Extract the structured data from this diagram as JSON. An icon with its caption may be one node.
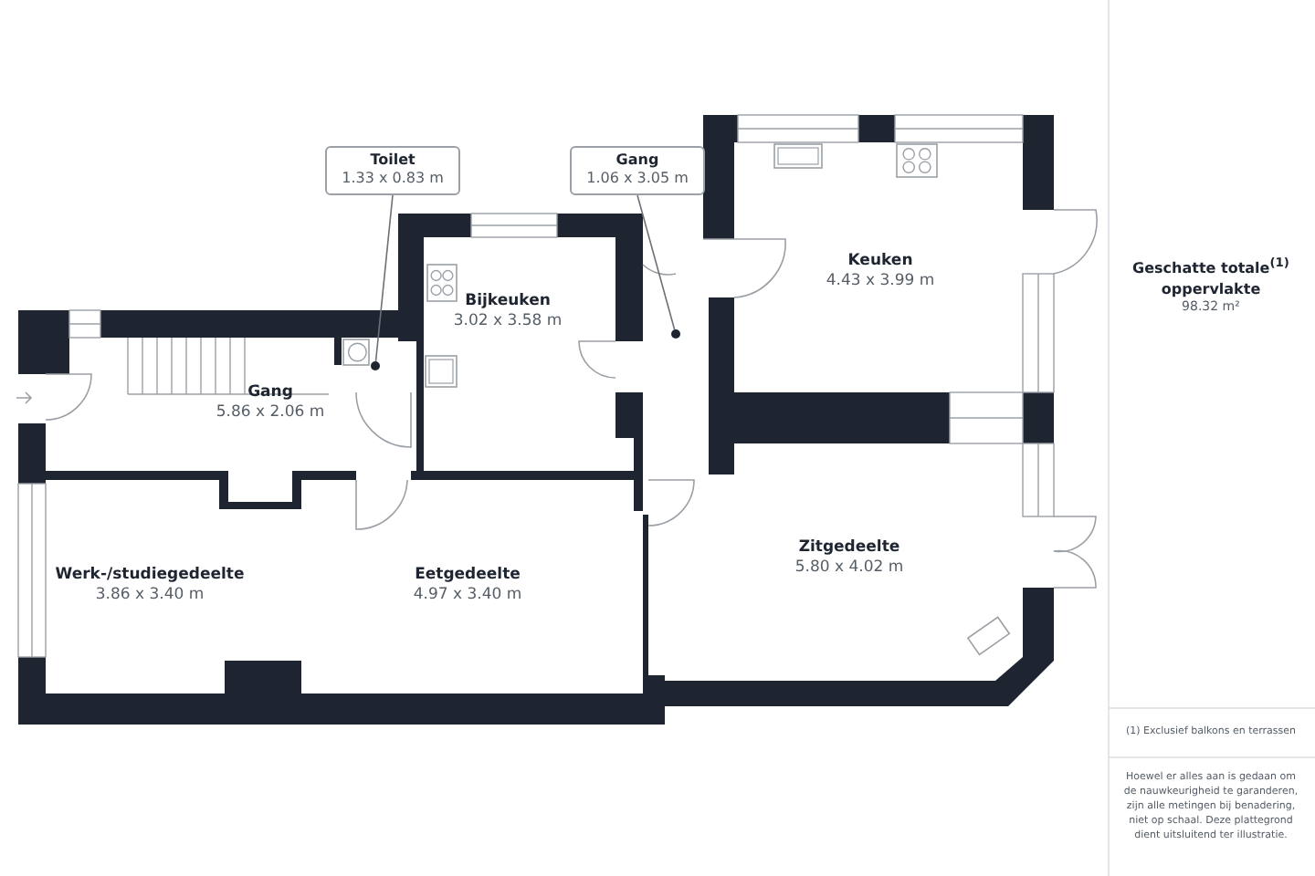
{
  "diagram": {
    "nodes": [
      {
        "text": [
          "Toilet",
          "1.33 x 0.83 m"
        ]
      },
      {
        "text": [
          "Gang",
          "1.06 x 3.05 m"
        ]
      },
      {
        "text": [
          "Keuken",
          "4.43 x 3.99 m"
        ]
      },
      {
        "text": [
          "Bijkeuken",
          "3.02 x 3.58 m"
        ]
      },
      {
        "text": [
          "Gang",
          "5.86 x 2.06 m"
        ]
      },
      {
        "text": [
          "Werk-/studiegedeelte",
          "3.86 x 3.40 m"
        ]
      },
      {
        "text": [
          "Eetgedeelte",
          "4.97 x 3.40 m"
        ]
      },
      {
        "text": [
          "Zitgedeelte",
          "5.80 x 4.02 m"
        ]
      },
      {
        "text": [],
        "shape": "circle"
      },
      {
        "text": [],
        "shape": "circle"
      }
    ],
    "edges": [
      {
        "from": 0,
        "to": 8,
        "arrow": "none"
      },
      {
        "from": 1,
        "to": 9,
        "arrow": "none"
      }
    ],
    "labels": [
      "Geschatte totale$^{(1)}$ oppervlakte",
      "98.32 m²",
      "(1) Exclusief balkons en terrassen",
      "Hoewel er alles aan is gedaan om de nauwkeurigheid te garanderen, zijn alle metingen bij benadering, niet op schaal. Deze plattegrond dient uitsluitend ter illustratie."
    ]
  }
}
